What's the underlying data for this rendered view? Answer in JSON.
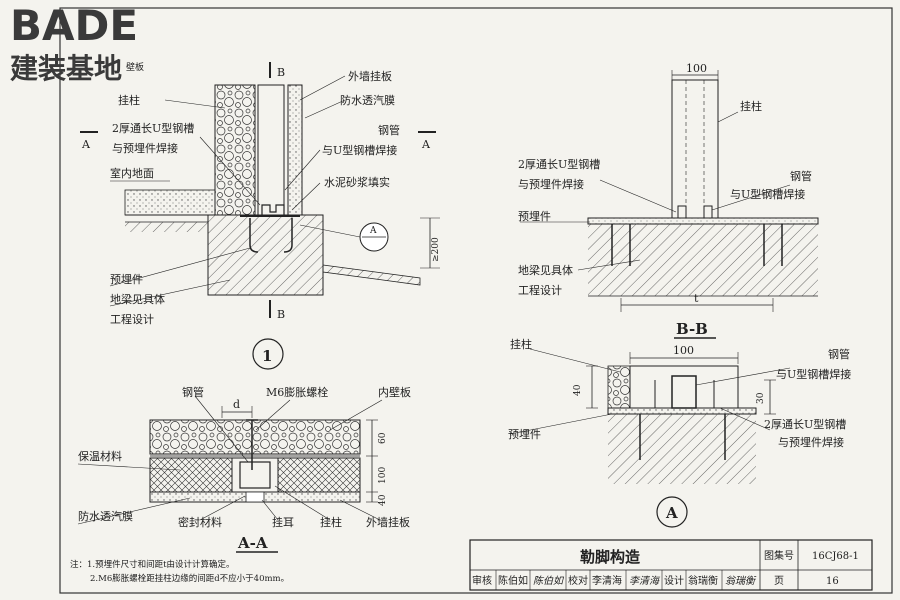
{
  "logo": {
    "brand": "BADE",
    "subtitle": "建装基地"
  },
  "colors": {
    "paper": "#f4f3ee",
    "ink": "#222222",
    "logo": "#3a3a3a",
    "accent": "#c0392b"
  },
  "detail1": {
    "labels": {
      "wall_panel_text": "壁板",
      "outer_panel": "外墙挂板",
      "column": "挂柱",
      "vapor_film": "防水透汽膜",
      "u_channel": "2厚通长U型钢槽",
      "weld_embed": "与预埋件焊接",
      "steel_pipe": "钢管",
      "weld_u": "与U型钢槽焊接",
      "mortar": "水泥砂浆填实",
      "floor": "室内地面",
      "embed": "预埋件",
      "beam": "地梁见具体",
      "beam2": "工程设计",
      "dim_200": "≥200"
    },
    "section_a": "A",
    "section_b": "B",
    "callout_a": "A",
    "detail_number": "1"
  },
  "sectionBB": {
    "dim_top": "100",
    "column": "挂柱",
    "u_channel": "2厚通长U型钢槽",
    "weld_embed": "与预埋件焊接",
    "steel_pipe": "钢管",
    "weld_u": "与U型钢槽焊接",
    "embed": "预埋件",
    "beam": "地梁见具体",
    "beam2": "工程设计",
    "dim_t": "t",
    "title": "B-B"
  },
  "detailA": {
    "column": "挂柱",
    "dim_top": "100",
    "steel_pipe": "钢管",
    "weld_u": "与U型钢槽焊接",
    "dim_40": "40",
    "dim_30": "30",
    "u_channel": "2厚通长U型钢槽",
    "weld_embed": "与预埋件焊接",
    "embed": "预埋件",
    "title": "A"
  },
  "sectionAA": {
    "steel_pipe": "钢管",
    "dim_d": "d",
    "bolt": "M6膨胀螺栓",
    "inner_panel": "内壁板",
    "insulation": "保温材料",
    "vapor_film": "防水透汽膜",
    "sealant": "密封材料",
    "ear": "挂耳",
    "column": "挂柱",
    "outer_panel": "外墙挂板",
    "dim_60": "60",
    "dim_100": "100",
    "dim_40": "40",
    "title": "A-A"
  },
  "notes": {
    "line1": "注：1.预埋件尺寸和间距t由设计计算确定。",
    "line2": "2.M6膨胀螺栓距挂柱边缘的间距d不应小于40mm。"
  },
  "titleblock": {
    "title": "勒脚构造",
    "atlas_label": "图集号",
    "atlas_no": "16CJ68-1",
    "review": "审核",
    "reviewer": "陈伯如",
    "reviewer_sig": "陈伯如",
    "check": "校对",
    "checker": "李清海",
    "checker_sig": "李清海",
    "design": "设计",
    "designer": "翁瑞衡",
    "designer_sig": "翁瑞衡",
    "page_label": "页",
    "page_no": "16"
  }
}
